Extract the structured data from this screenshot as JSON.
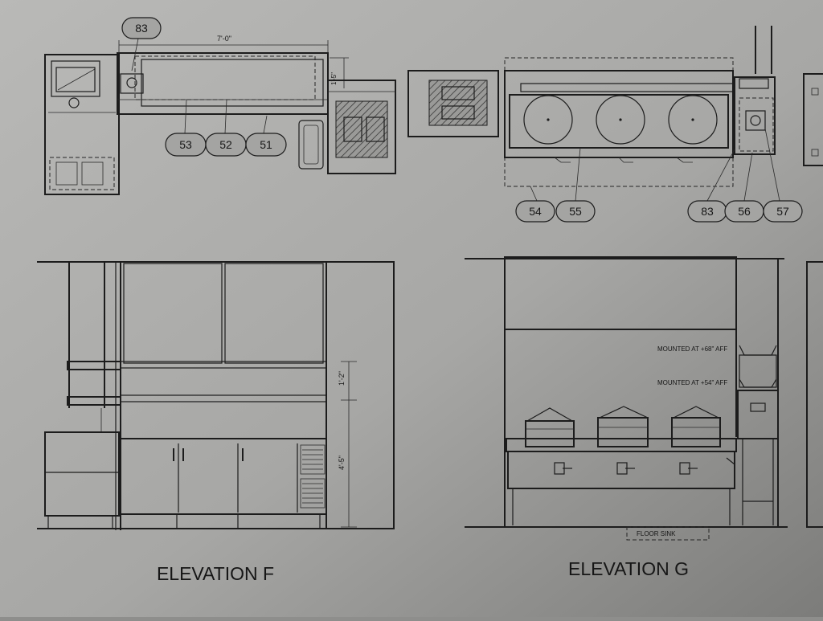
{
  "plan": {
    "top_dimension": "7'-0\"",
    "side_dimension": "1'-5\"",
    "callouts_left": [
      "83",
      "53",
      "52",
      "51"
    ],
    "callouts_right": [
      "54",
      "55",
      "83",
      "56",
      "57"
    ]
  },
  "elevation_f": {
    "title": "ELEVATION F",
    "dim_upper": "1'-2\"",
    "dim_lower": "4'-5\""
  },
  "elevation_g": {
    "title": "ELEVATION G",
    "note_upper": "MOUNTED AT +68\" AFF",
    "note_lower": "MOUNTED AT +54\" AFF",
    "floor_sink": "FLOOR SINK"
  }
}
